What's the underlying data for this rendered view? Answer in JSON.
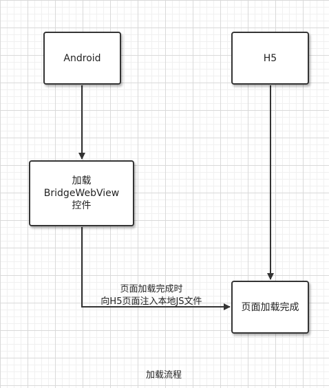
{
  "nodes": {
    "android": "Android",
    "h5": "H5",
    "load_webview": "加载\nBridgeWebView\n控件",
    "page_loaded": "页面加载完成"
  },
  "edges": {
    "inject_label": "页面加载完成时\n向H5页面注入本地JS文件"
  },
  "caption": "加载流程",
  "colors": {
    "stroke": "#333333",
    "node_fill": "#ffffff",
    "grid_major": "#d9d9d9",
    "grid_minor": "#f0f0f0"
  }
}
